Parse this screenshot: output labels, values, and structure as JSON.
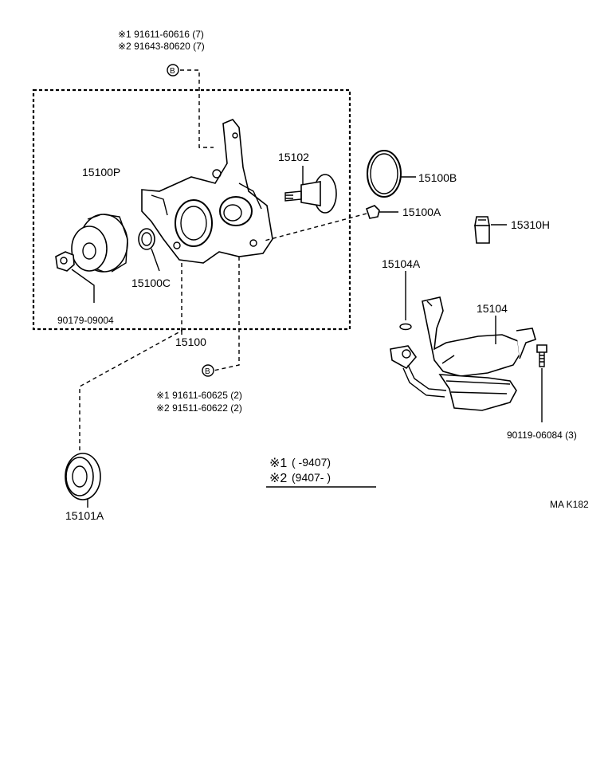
{
  "top_note": {
    "line1": "※1 91611-60616 (7)",
    "line2": "※2 91643-80620 (7)"
  },
  "bottom_note": {
    "line1": "※1 91611-60625 (2)",
    "line2": "※2 91511-60622 (2)"
  },
  "circle_marker": "B",
  "parts": {
    "p15100P": "15100P",
    "p90179": "90179-09004",
    "p15100C": "15100C",
    "p15100": "15100",
    "p15102": "15102",
    "p15100B": "15100B",
    "p15100A": "15100A",
    "p15310H": "15310H",
    "p15104A": "15104A",
    "p15104": "15104",
    "p90119": "90119-06084  (3)",
    "p15101A": "15101A"
  },
  "legend": {
    "row1_mark": "※1",
    "row1_text": "(        -9407)",
    "row2_mark": "※2",
    "row2_text": "(9407-        )"
  },
  "figure_code": "MA K182"
}
